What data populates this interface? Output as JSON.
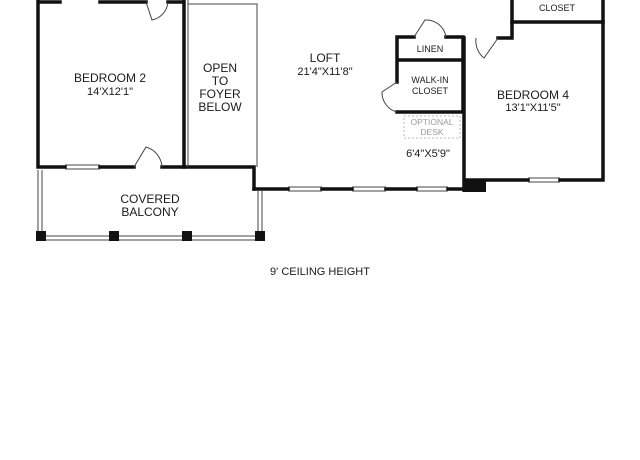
{
  "rooms": {
    "bedroom2": {
      "name": "BEDROOM 2",
      "dims": "14'X12'1\""
    },
    "open_foyer": {
      "line1": "OPEN",
      "line2": "TO",
      "line3": "FOYER",
      "line4": "BELOW"
    },
    "loft": {
      "name": "LOFT",
      "dims": "21'4\"X11'8\""
    },
    "linen": {
      "name": "LINEN"
    },
    "walk_in_closet": {
      "line1": "WALK-IN",
      "line2": "CLOSET"
    },
    "closet": {
      "name": "CLOSET"
    },
    "bedroom4": {
      "name": "BEDROOM 4",
      "dims": "13'1\"X11'5\""
    },
    "optional_desk": {
      "line1": "OPTIONAL",
      "line2": "DESK",
      "dims": "6'4\"X5'9\""
    },
    "covered_balcony": {
      "line1": "COVERED",
      "line2": "BALCONY"
    }
  },
  "notes": {
    "ceiling": "9' CEILING HEIGHT"
  },
  "colors": {
    "wall": "#111111",
    "thin_line": "#444444",
    "optional": "#9a9a9a",
    "background": "#ffffff"
  }
}
